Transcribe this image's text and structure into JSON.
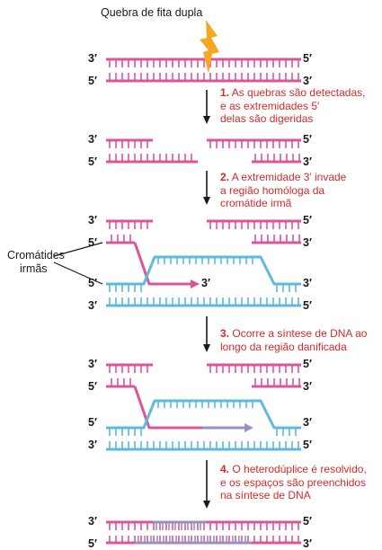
{
  "title": "Quebra de fita dupla",
  "side_label": [
    "Cromátides",
    "irmãs"
  ],
  "ends": {
    "three": "3′",
    "five": "5′"
  },
  "new_strand_end": "3′",
  "steps": [
    {
      "num": "1.",
      "lines": [
        "As quebras são detectadas,",
        "e as extremidades 5′",
        "delas são digeridas"
      ]
    },
    {
      "num": "2.",
      "lines": [
        "A extremidade 3′ invade",
        "a região homóloga da",
        "cromátide irmã"
      ]
    },
    {
      "num": "3.",
      "lines": [
        "Ocorre a síntese de DNA ao",
        "longo da região danificada"
      ]
    },
    {
      "num": "4.",
      "lines": [
        "O heterodúplice é resolvido,",
        "e os espaços são preenchidos",
        "na síntese de DNA"
      ]
    }
  ],
  "colors": {
    "pink": "#d9569a",
    "blue": "#5fb9d9",
    "purple": "#9a8ec2",
    "red_text": "#d42a2a",
    "arrow": "#1a1a1a",
    "bolt": "#f5a623"
  }
}
